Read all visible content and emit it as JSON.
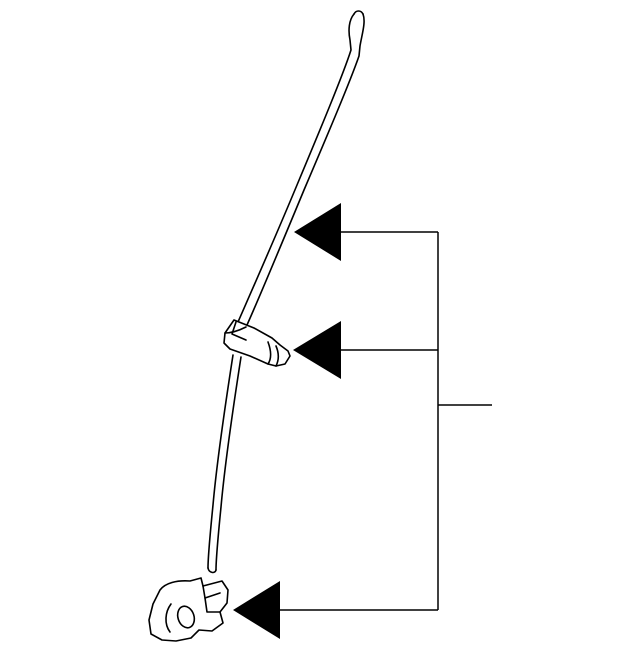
{
  "diagram": {
    "parts": [
      {
        "name": "hose-tube"
      },
      {
        "name": "hose-clip-connector"
      },
      {
        "name": "bracket-grommet"
      }
    ],
    "callout_count": 3,
    "line_color": "#000000",
    "background": "#ffffff"
  }
}
